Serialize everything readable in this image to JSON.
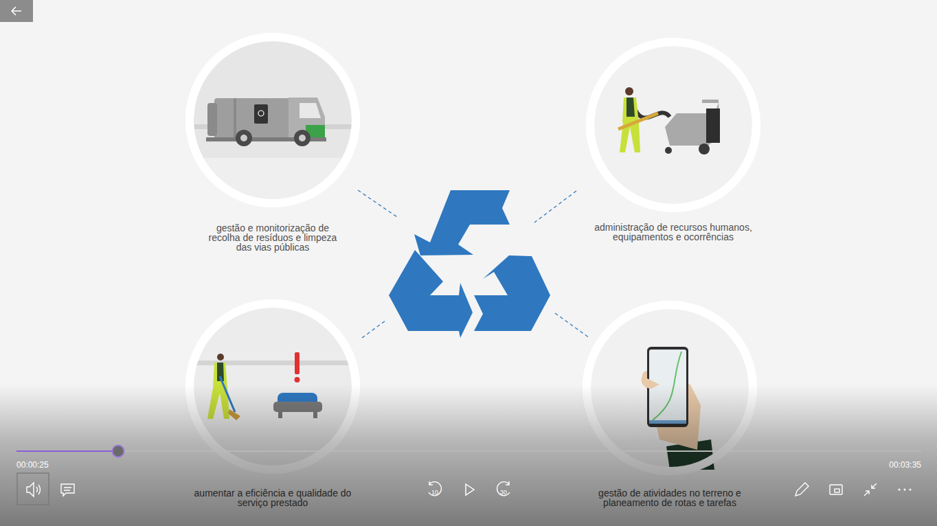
{
  "diagram": {
    "nodes": [
      {
        "text": [
          "gestão e monitorização de recolha de resíduos e limpeza das vias públicas"
        ]
      },
      {
        "text": [
          "administração de recursos humanos, equipamentos e ocorrências"
        ]
      },
      {
        "text": [
          "aumentar a eficiência e qualidade do serviço prestado"
        ]
      },
      {
        "text": [
          "gestão de atividades no terreno e planeamento de rotas e tarefas"
        ]
      }
    ],
    "labels": [
      "00:00:25",
      "00:03:35",
      "10",
      "30"
    ]
  }
}
